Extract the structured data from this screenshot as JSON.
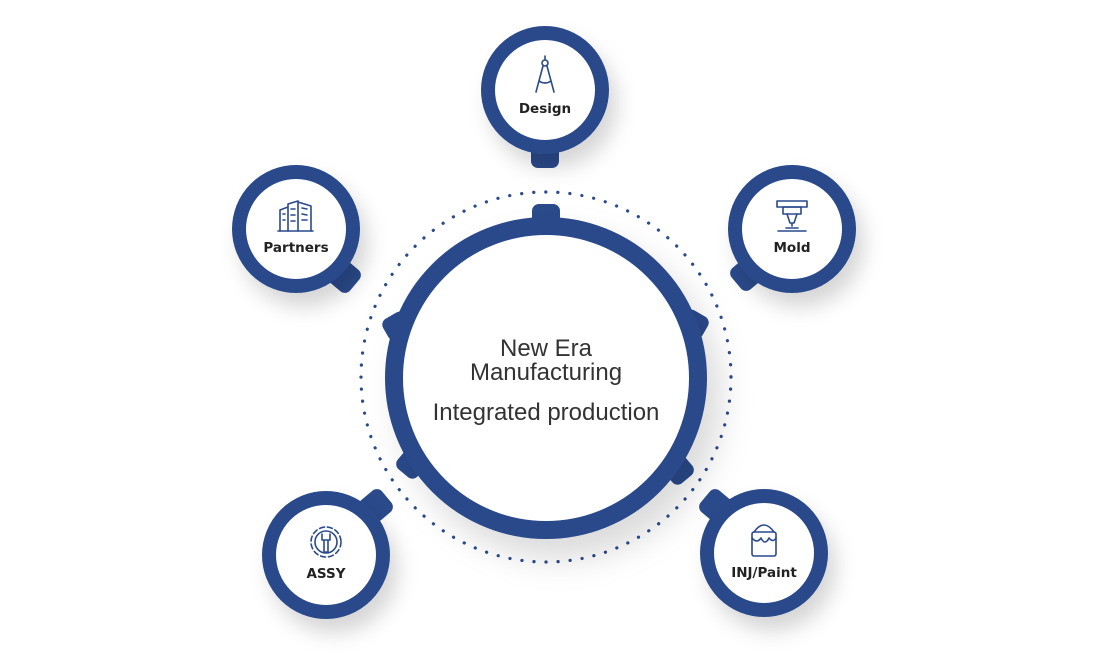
{
  "center": {
    "title_line1": "New Era",
    "title_line2": "Manufacturing",
    "subtitle": "Integrated production"
  },
  "nodes": [
    {
      "label": "Design",
      "icon": "compass-icon"
    },
    {
      "label": "Mold",
      "icon": "drill-press-icon"
    },
    {
      "label": "INJ/Paint",
      "icon": "paint-bucket-icon"
    },
    {
      "label": "ASSY",
      "icon": "gear-wrench-icon"
    },
    {
      "label": "Partners",
      "icon": "buildings-icon"
    }
  ],
  "colors": {
    "ring": "#2a4a8b",
    "dots": "#2a4a8b",
    "text": "#333333"
  }
}
